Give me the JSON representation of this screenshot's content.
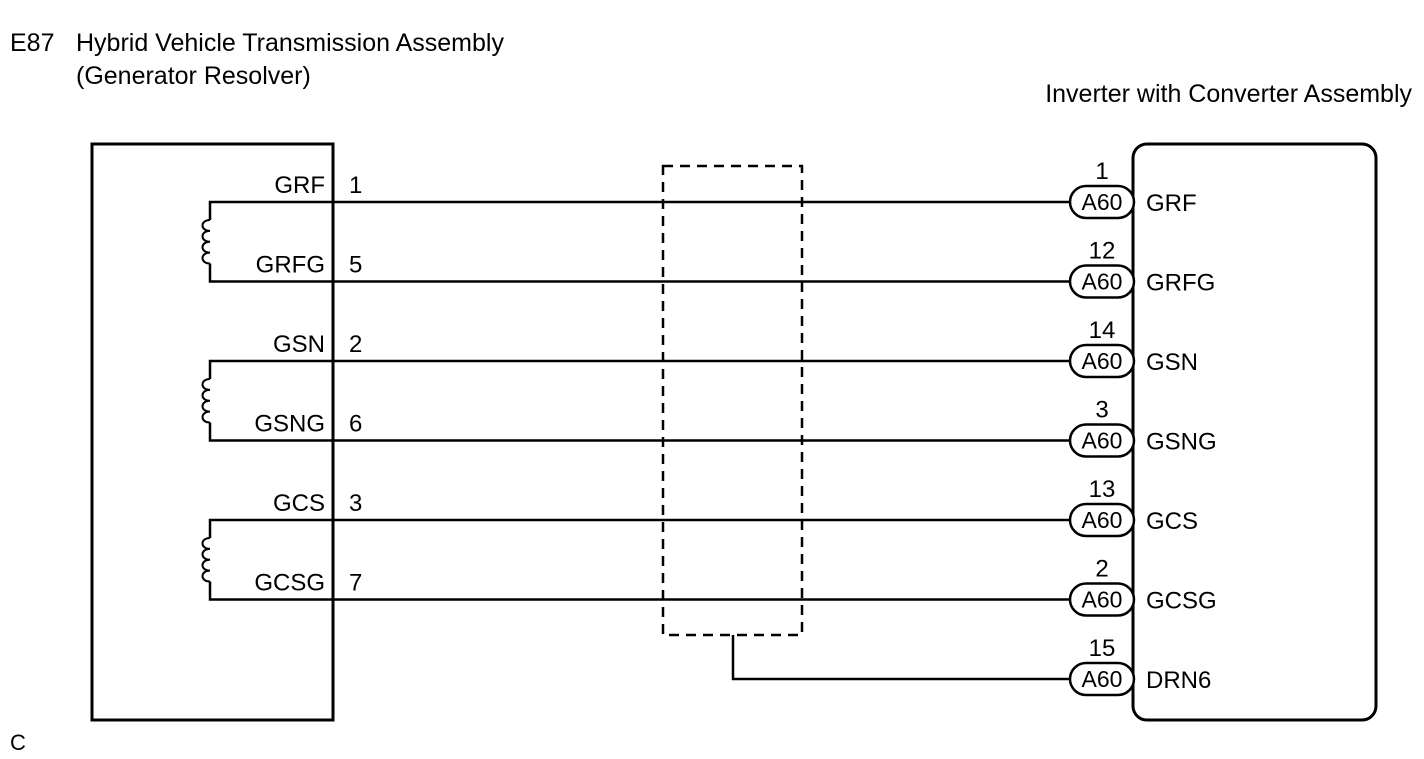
{
  "left_component": {
    "code": "E87",
    "name_line1": "Hybrid Vehicle Transmission Assembly",
    "name_line2": "(Generator Resolver)"
  },
  "right_component": {
    "name": "Inverter with Converter Assembly"
  },
  "footer_mark": "C",
  "wires": [
    {
      "left_signal": "GRF",
      "left_pin": "1",
      "connector": "A60",
      "right_pin": "1",
      "right_signal": "GRF"
    },
    {
      "left_signal": "GRFG",
      "left_pin": "5",
      "connector": "A60",
      "right_pin": "12",
      "right_signal": "GRFG"
    },
    {
      "left_signal": "GSN",
      "left_pin": "2",
      "connector": "A60",
      "right_pin": "14",
      "right_signal": "GSN"
    },
    {
      "left_signal": "GSNG",
      "left_pin": "6",
      "connector": "A60",
      "right_pin": "3",
      "right_signal": "GSNG"
    },
    {
      "left_signal": "GCS",
      "left_pin": "3",
      "connector": "A60",
      "right_pin": "13",
      "right_signal": "GCS"
    },
    {
      "left_signal": "GCSG",
      "left_pin": "7",
      "connector": "A60",
      "right_pin": "2",
      "right_signal": "GCSG"
    }
  ],
  "drain": {
    "connector": "A60",
    "right_pin": "15",
    "right_signal": "DRN6"
  },
  "coils": [
    {
      "from_signal": "GRF",
      "to_signal": "GRFG"
    },
    {
      "from_signal": "GSN",
      "to_signal": "GSNG"
    },
    {
      "from_signal": "GCS",
      "to_signal": "GCSG"
    }
  ]
}
